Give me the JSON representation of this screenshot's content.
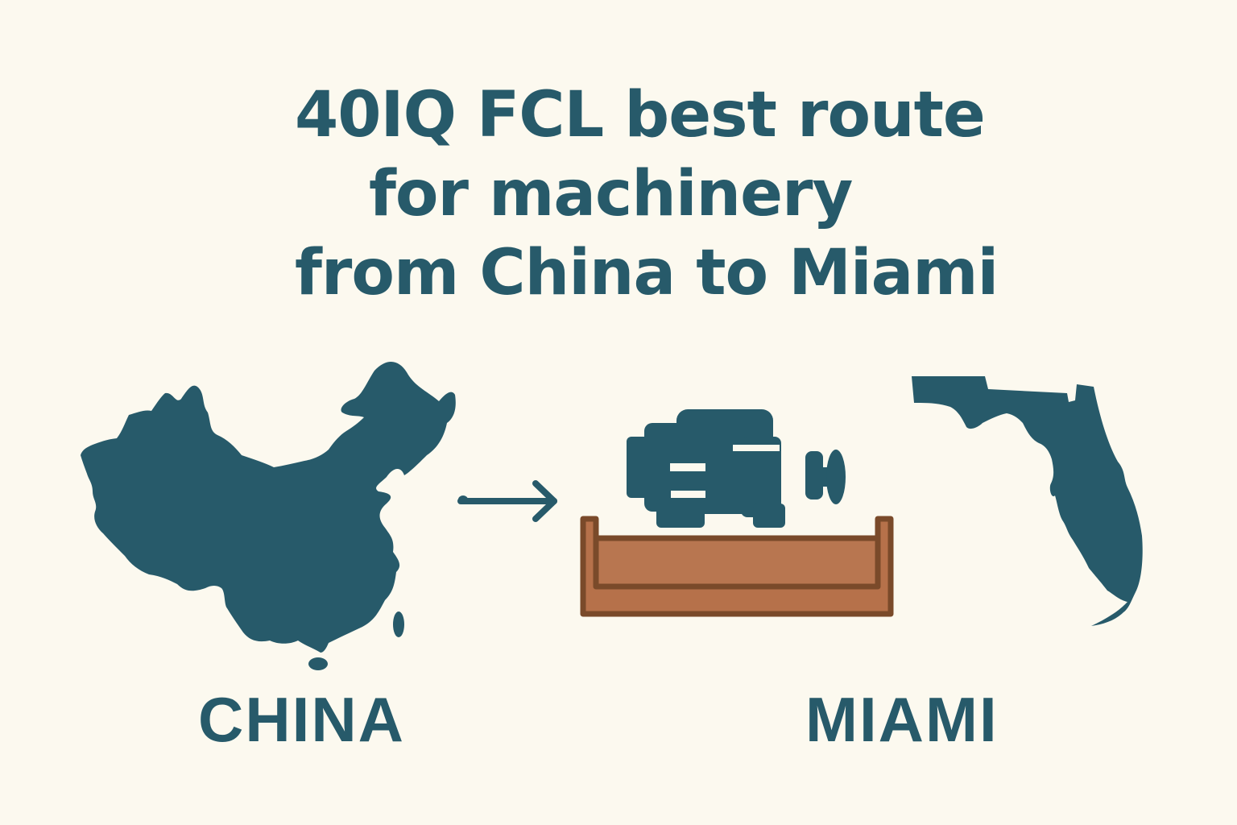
{
  "title": {
    "line1": "40IQ FCL best route",
    "line2": "for machinery",
    "line3": "from China to Miami"
  },
  "origin": {
    "label": "CHINA",
    "icon": "china-map-icon"
  },
  "destination": {
    "label": "MIAMI",
    "icon": "florida-map-icon"
  },
  "cargo": {
    "icon": "machinery-engine-icon",
    "pallet_icon": "wooden-crate-icon"
  },
  "connector": {
    "icon": "arrow-right-icon"
  },
  "colors": {
    "background": "#fcf9ef",
    "primary": "#275a6a",
    "crate_fill": "#b6714a",
    "crate_border": "#7a4a2a"
  }
}
